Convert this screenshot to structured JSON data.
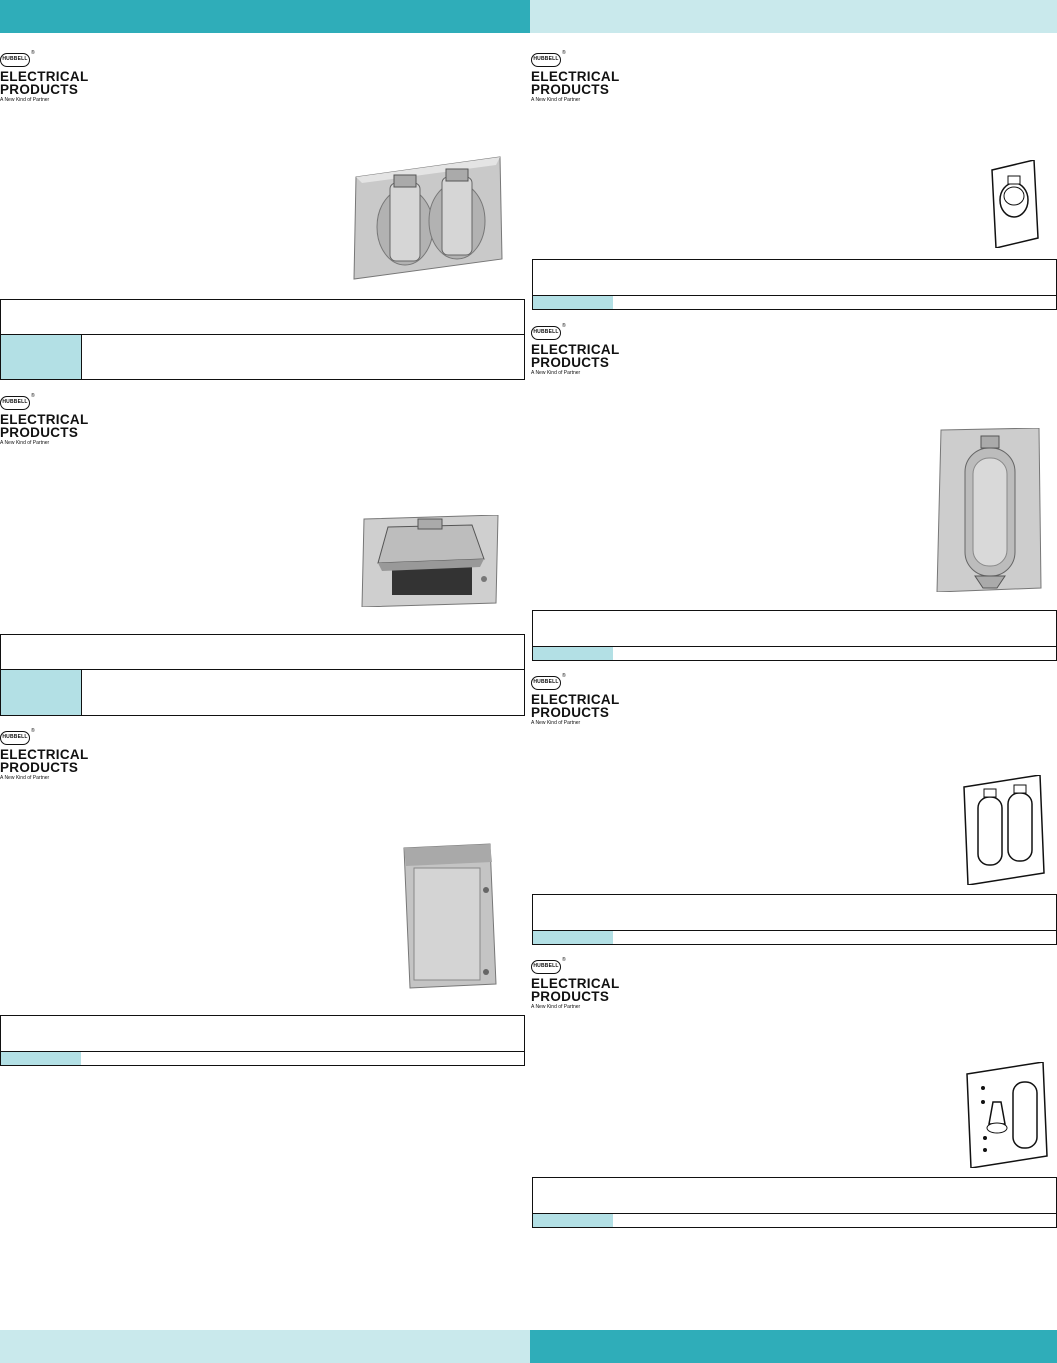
{
  "brand": {
    "badge": "HUBBELL",
    "line1": "ELECTRICAL",
    "line2": "PRODUCTS",
    "tagline": "A New Kind of Partner",
    "registered": "®"
  },
  "colors": {
    "band_dark": "#2fadb9",
    "band_light": "#c9e9ec",
    "table_cell": "#b3e0e5"
  },
  "products": [
    {
      "id": "double-gang-duplex-cover",
      "icon": "double-lift-cover-plate"
    },
    {
      "id": "single-gang-gfci-cover",
      "icon": "gfci-flip-cover-plate"
    },
    {
      "id": "vertical-in-use-cover",
      "icon": "weatherproof-box-cover"
    },
    {
      "id": "single-round-receptacle-cover",
      "icon": "round-receptacle-plate"
    },
    {
      "id": "single-vertical-lift-cover",
      "icon": "vertical-lift-cover-plate"
    },
    {
      "id": "double-vertical-lift-cover",
      "icon": "double-vertical-lift-plate"
    },
    {
      "id": "switch-and-lift-cover",
      "icon": "toggle-switch-lift-plate"
    }
  ]
}
